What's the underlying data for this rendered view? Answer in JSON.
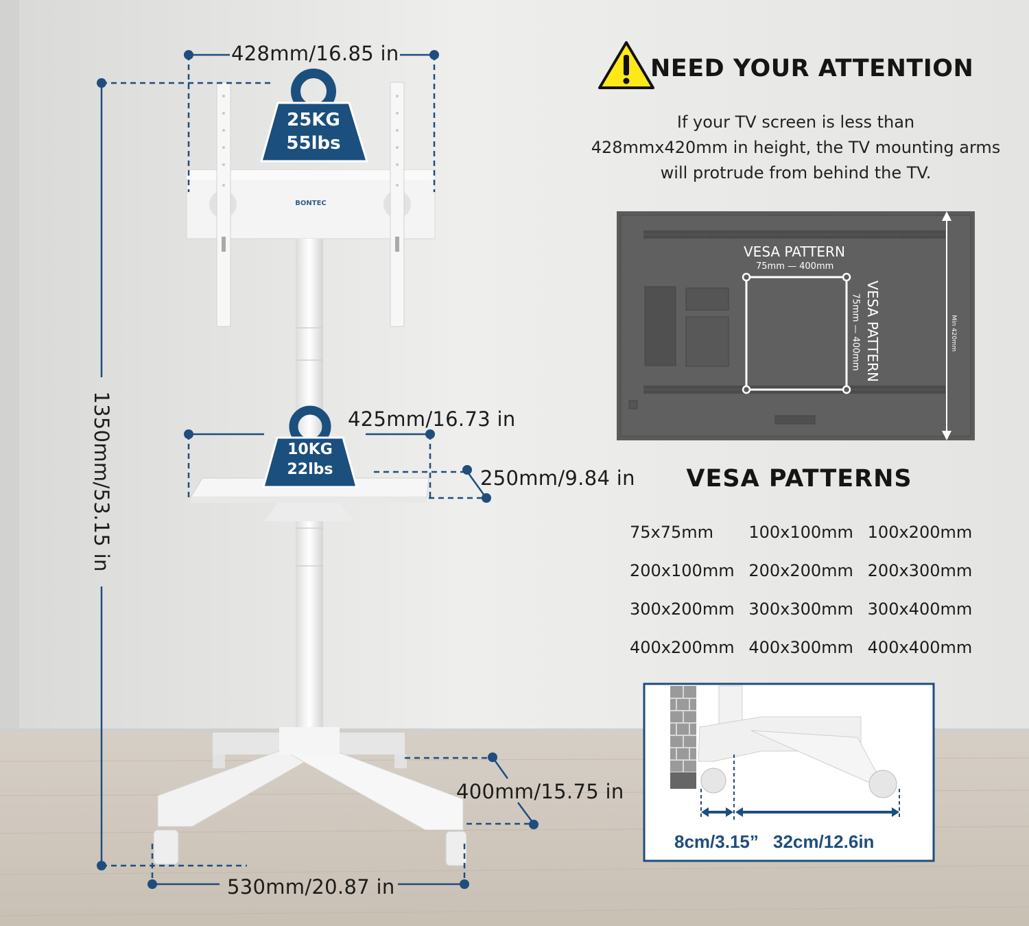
{
  "dimensions": {
    "top_width": "428mm/16.85 in",
    "shelf_width": "425mm/16.73 in",
    "shelf_depth": "250mm/9.84 in",
    "total_height": "1350mm/53.15 in",
    "base_depth": "400mm/15.75 in",
    "base_width": "530mm/20.87 in"
  },
  "badges": {
    "tv_load": {
      "line1": "25KG",
      "line2": "55lbs"
    },
    "shelf_load": {
      "line1": "10KG",
      "line2": "22lbs"
    }
  },
  "brand": "BONTEC",
  "attention": {
    "title": "NEED YOUR ATTENTION",
    "line1": "If your TV screen is less than",
    "line2": "428mmx420mm in height, the TV mounting arms",
    "line3": "will protrude from behind the TV."
  },
  "tv_diagram": {
    "vesa_label": "VESA PATTERN",
    "vesa_range_h": "75mm — 400mm",
    "vesa_label_v": "VESA PATTERN",
    "vesa_range_v": "75mm — 400mm",
    "min_height": "Min 420mm"
  },
  "vesa_patterns": {
    "title": "VESA PATTERNS",
    "items": [
      [
        "75x75mm",
        "100x100mm",
        "100x200mm"
      ],
      [
        "200x100mm",
        "200x200mm",
        "200x300mm"
      ],
      [
        "300x200mm",
        "300x300mm",
        "300x400mm"
      ],
      [
        "400x200mm",
        "400x300mm",
        "400x400mm"
      ]
    ]
  },
  "wall_clearance": {
    "gap": "8cm/3.15”",
    "span": "32cm/12.6in"
  },
  "colors": {
    "accent": "#1f4d7d",
    "badge": "#1b4f7d",
    "tv_body": "#5b5b5b",
    "warning_yellow": "#ffe81a"
  }
}
